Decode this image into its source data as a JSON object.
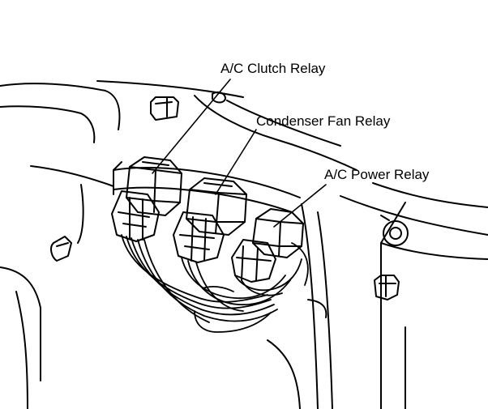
{
  "labels": {
    "clutch_relay": "A/C Clutch Relay",
    "condenser_fan_relay": "Condenser Fan Relay",
    "power_relay": "A/C Power Relay"
  },
  "colors": {
    "ink": "#000000",
    "paper": "#ffffff"
  }
}
